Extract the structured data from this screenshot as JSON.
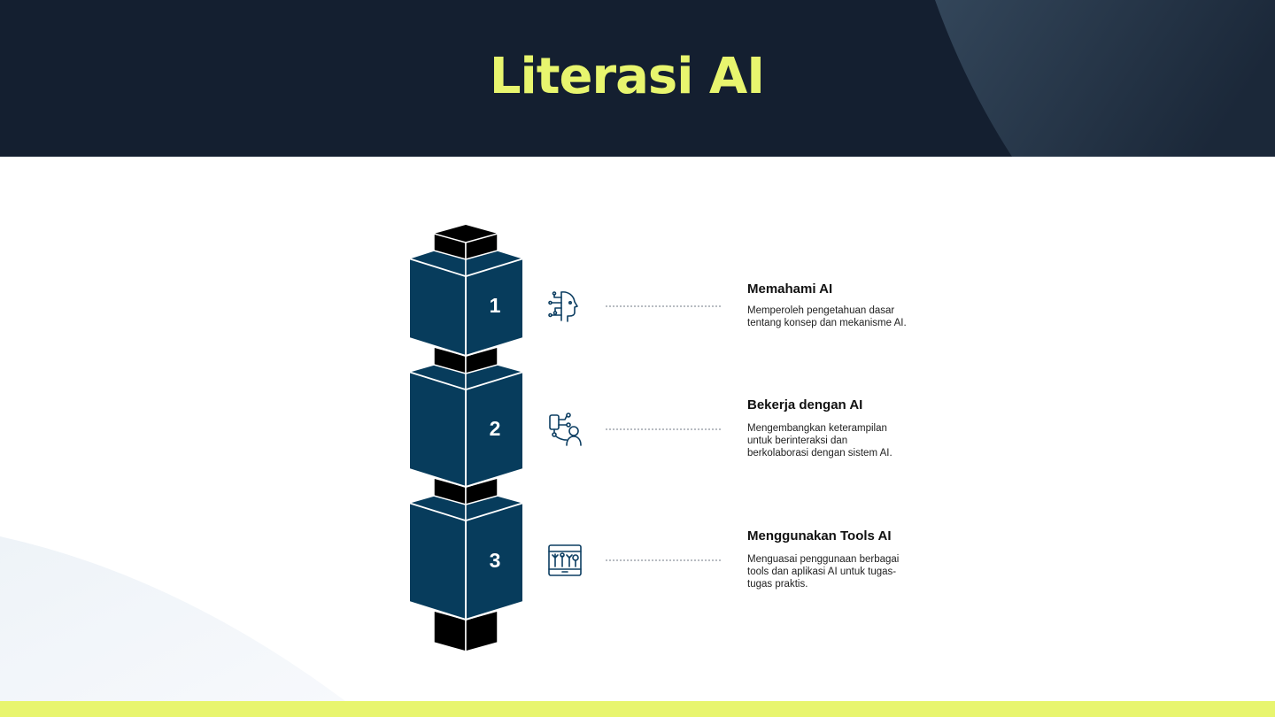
{
  "title": "Literasi AI",
  "colors": {
    "header_bg": "#141f30",
    "title": "#e8f56e",
    "block_face": "#073c5c",
    "connector_block": "#000000",
    "icon": "#0d3e62",
    "footer_bar": "#e8f56e"
  },
  "steps": [
    {
      "number": "1",
      "title": "Memahami AI",
      "description": "Memperoleh pengetahuan dasar tentang konsep dan mekanisme AI.",
      "icon": "ai-head-icon"
    },
    {
      "number": "2",
      "title": "Bekerja dengan AI",
      "description": "Mengembangkan keterampilan untuk berinteraksi dan berkolaborasi dengan sistem AI.",
      "icon": "human-robot-icon"
    },
    {
      "number": "3",
      "title": "Menggunakan Tools AI",
      "description": "Menguasai penggunaan berbagai tools dan aplikasi AI untuk tugas-tugas praktis.",
      "icon": "toolbox-icon"
    }
  ]
}
